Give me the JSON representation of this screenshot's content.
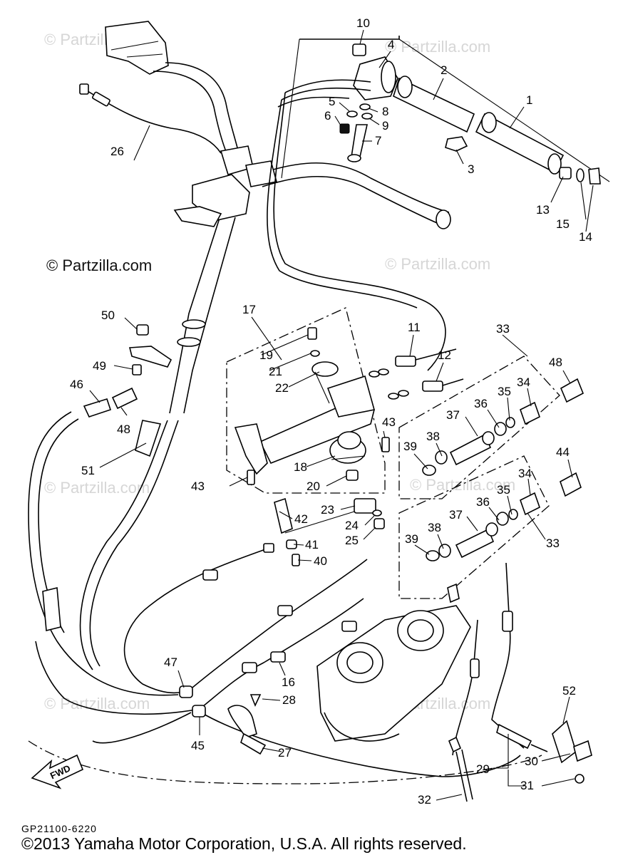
{
  "watermarks": {
    "main": "© Partzilla.com",
    "faint": "© Partzilla.com"
  },
  "diagram_code": "GP21100-6220",
  "fwd_label": "FWD",
  "copyright": "©2013 Yamaha Motor Corporation, U.S.A. All rights reserved.",
  "callouts": [
    "1",
    "2",
    "3",
    "4",
    "5",
    "6",
    "7",
    "8",
    "9",
    "10",
    "11",
    "12",
    "13",
    "14",
    "15",
    "16",
    "17",
    "18",
    "19",
    "20",
    "21",
    "22",
    "23",
    "24",
    "25",
    "26",
    "27",
    "28",
    "29",
    "30",
    "31",
    "32",
    "33",
    "34",
    "35",
    "36",
    "37",
    "38",
    "39",
    "40",
    "41",
    "42",
    "43",
    "44",
    "45",
    "46",
    "47",
    "48",
    "49",
    "50",
    "51",
    "52"
  ]
}
